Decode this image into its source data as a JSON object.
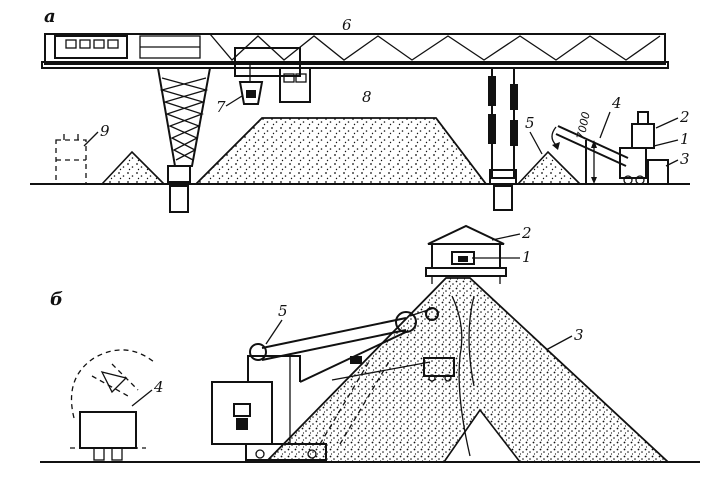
{
  "panels": {
    "a": {
      "letter": "а",
      "labels": {
        "crane_bridge": "6",
        "pile_main": "8",
        "small_pile_left": "9",
        "bucket": "7",
        "pile_right_small": "5",
        "conveyor": "4",
        "cabin": "2",
        "motor": "1",
        "base": "3"
      },
      "dimension": "7000"
    },
    "b": {
      "letter": "б",
      "labels": {
        "roof": "2",
        "window": "1",
        "pile": "3",
        "boom": "5",
        "machine": "4"
      }
    }
  },
  "colors": {
    "ink": "#111111",
    "paper": "#ffffff"
  }
}
